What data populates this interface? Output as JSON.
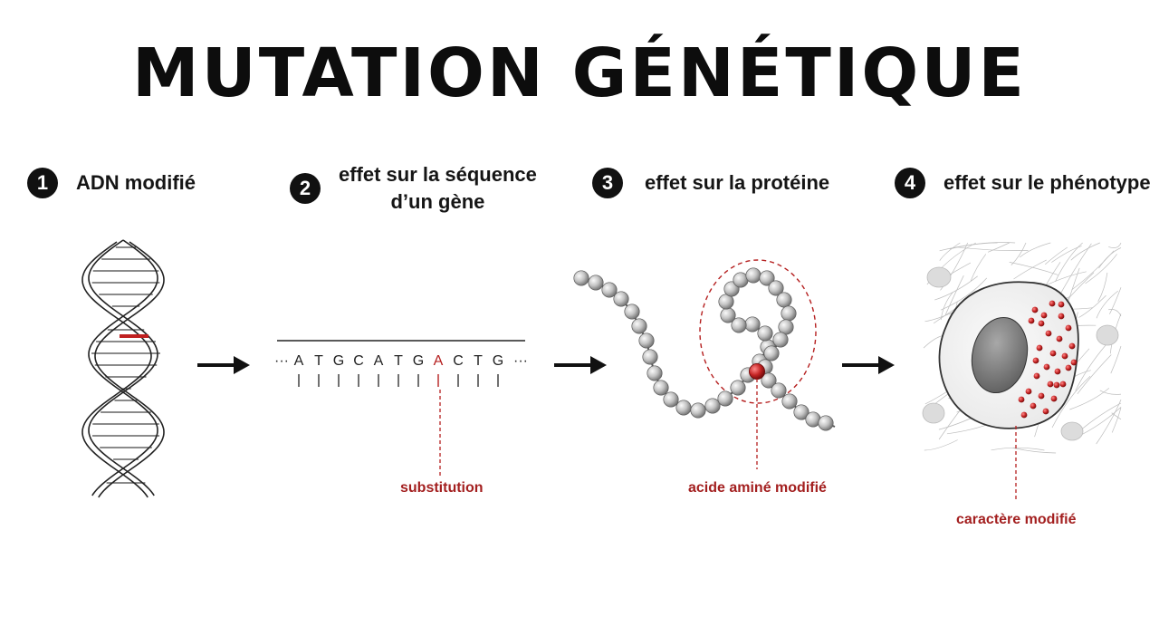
{
  "title": "MUTATION GÉNÉTIQUE",
  "steps": [
    {
      "number": "1",
      "label": "ADN modifié"
    },
    {
      "number": "2",
      "label_line1": "effet sur la séquence",
      "label_line2": "d’un gène"
    },
    {
      "number": "3",
      "label": "effet sur la protéine"
    },
    {
      "number": "4",
      "label": "effet sur le phénotype"
    }
  ],
  "sequence": {
    "prefix": "···",
    "suffix": "···",
    "letters": [
      "A",
      "T",
      "G",
      "C",
      "A",
      "T",
      "G",
      "A",
      "C",
      "T",
      "G"
    ],
    "mutated_index": 7
  },
  "annotations": {
    "substitution": "substitution",
    "amino_acid": "acide aminé modifié",
    "trait": "caractère modifié"
  },
  "colors": {
    "accent": "#b51f1f",
    "ink": "#111111",
    "bead": "#bdbdbd"
  },
  "icons": [
    "dna-helix-icon",
    "arrow-right-icon",
    "protein-chain-icon",
    "cell-icon"
  ]
}
